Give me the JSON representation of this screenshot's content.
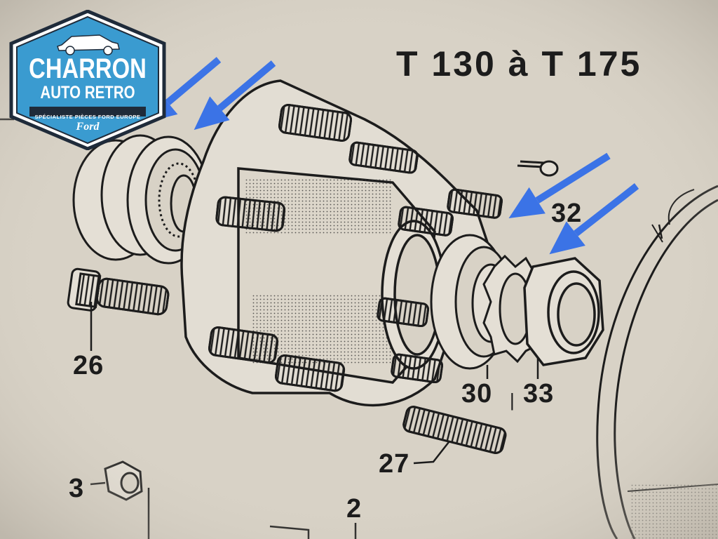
{
  "title": "T 130 à T 175",
  "part_labels": {
    "p26": "26",
    "p27": "27",
    "p30": "30",
    "p33": "33",
    "p32": "32",
    "p3": "3",
    "p2": "2",
    "sep": "|"
  },
  "logo": {
    "brand": "CHARRON",
    "sub": "AUTO RETRO",
    "tagline": "SPÉCIALISTE PIÈCES FORD EUROPE",
    "ford": "Ford"
  },
  "colors": {
    "paper": "#d8d2c6",
    "ink": "#1c1c1c",
    "arrow": "#3b73e6",
    "logo_blue": "#3a9bd0",
    "logo_border": "#1f2b3a"
  }
}
